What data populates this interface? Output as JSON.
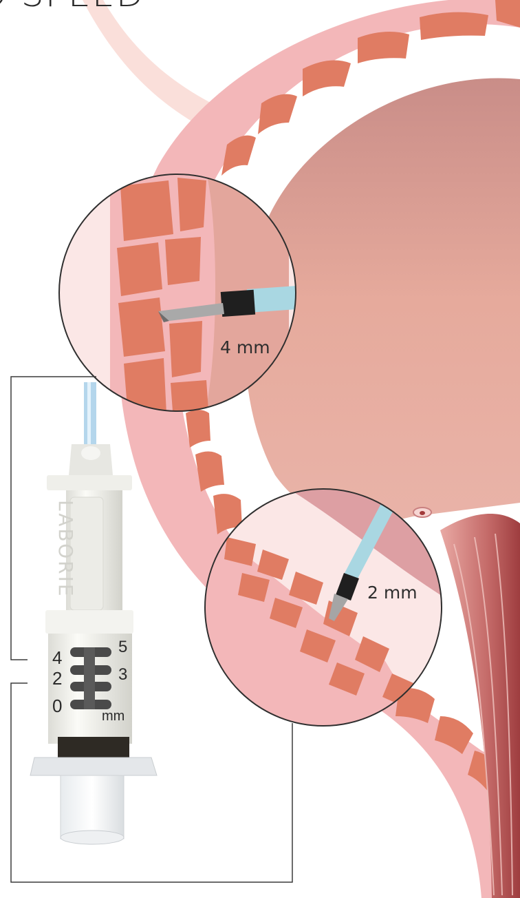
{
  "header": {
    "title": "D SPEED"
  },
  "callouts": {
    "upper_depth": "4 mm",
    "lower_depth": "2 mm"
  },
  "device": {
    "brand": "LABORIE",
    "left_scale": [
      "4",
      "2",
      "0"
    ],
    "right_scale": [
      "5",
      "3"
    ],
    "unit": "mm"
  },
  "colors": {
    "bladder_wall": "#f3b7b9",
    "muscle": "#e07c63",
    "lumen": "#d99a94",
    "needle_sheath": "#a9d7e2",
    "outline": "#2f2f2f"
  }
}
